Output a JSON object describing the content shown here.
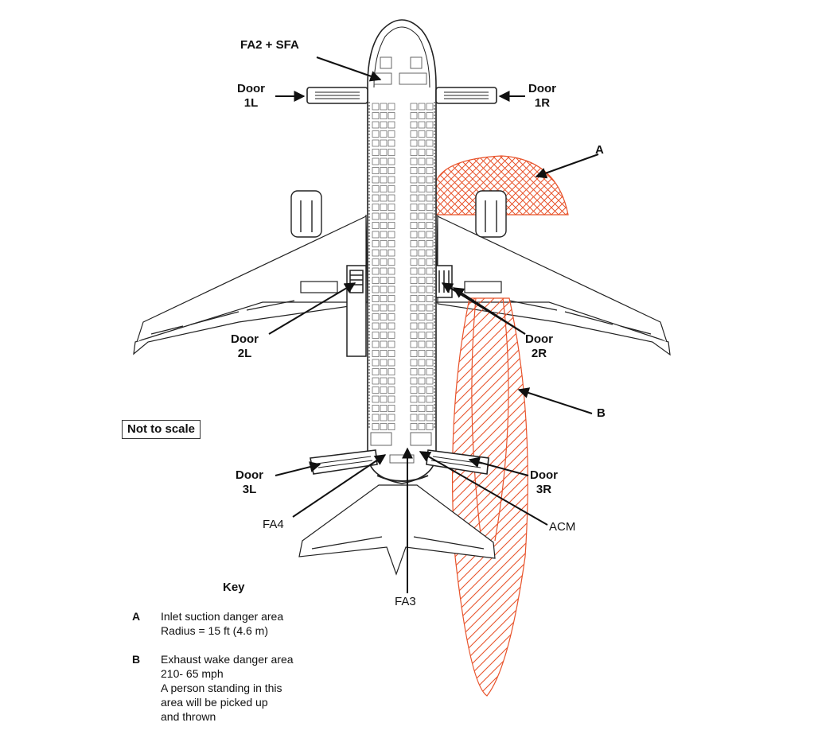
{
  "labels": {
    "fa2_sfa": "FA2 + SFA",
    "door_1l": [
      "Door",
      "1L"
    ],
    "door_1r": [
      "Door",
      "1R"
    ],
    "door_2l": [
      "Door",
      "2L"
    ],
    "door_2r": [
      "Door",
      "2R"
    ],
    "door_3l": [
      "Door",
      "3L"
    ],
    "door_3r": [
      "Door",
      "3R"
    ],
    "area_a": "A",
    "area_b": "B",
    "fa4": "FA4",
    "fa3": "FA3",
    "acm": "ACM",
    "not_to_scale": "Not to scale"
  },
  "key": {
    "title": "Key",
    "items": [
      {
        "letter": "A",
        "lines": [
          "Inlet suction danger area",
          "Radius = 15 ft (4.6 m)"
        ]
      },
      {
        "letter": "B",
        "lines": [
          "Exhaust wake danger area",
          "210- 65 mph",
          "A person standing in this",
          "area will be picked up",
          "and thrown"
        ]
      }
    ]
  },
  "colors": {
    "danger": "#e8532b",
    "outline": "#222222"
  }
}
